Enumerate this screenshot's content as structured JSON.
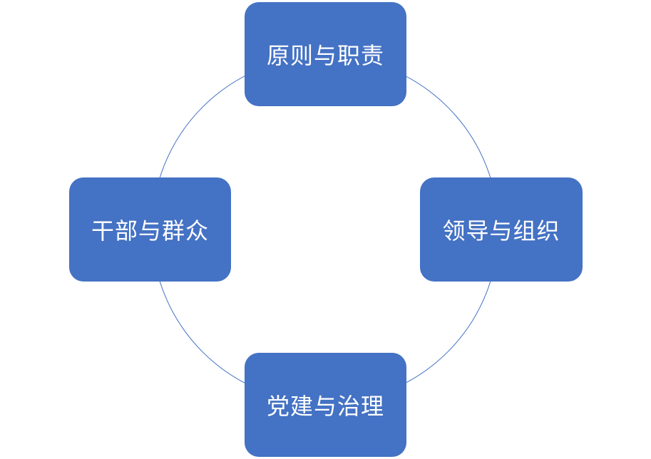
{
  "diagram": {
    "type": "cycle",
    "colors": {
      "node_fill": "#4472C4",
      "ring_stroke": "#4472C4",
      "text": "#FFFFFF",
      "background": "#FFFFFF"
    },
    "nodes": {
      "top": "原则与职责",
      "right": "领导与组织",
      "bottom": "党建与治理",
      "left": "干部与群众"
    }
  }
}
